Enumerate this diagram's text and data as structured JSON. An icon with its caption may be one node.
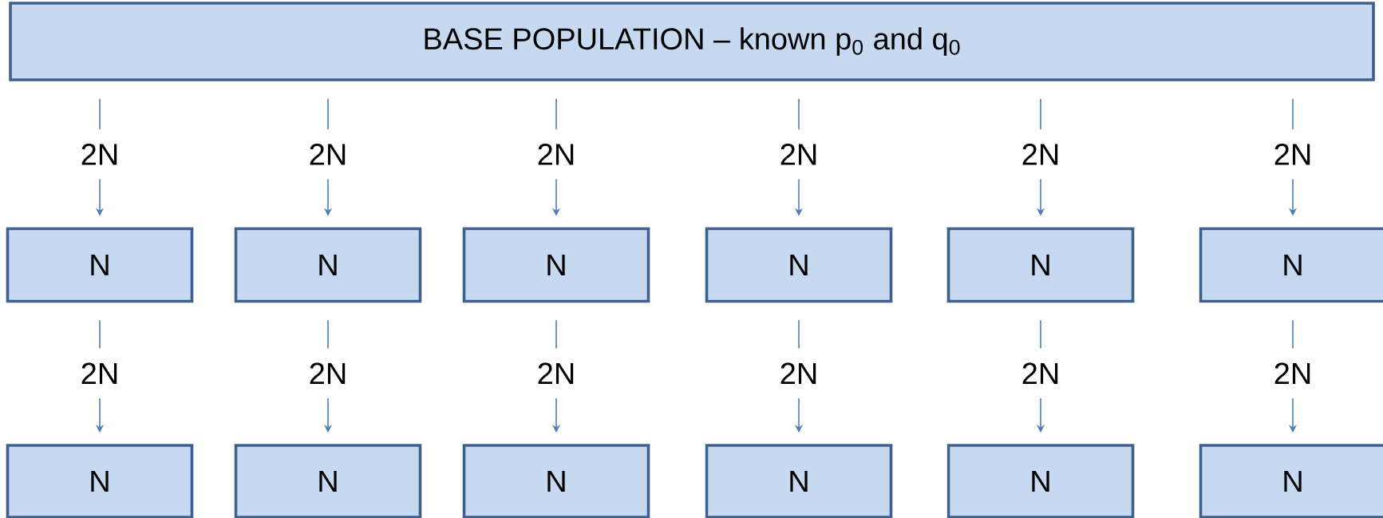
{
  "diagram": {
    "nodes": [
      {
        "text": [
          "BASE POPULATION – known p$_{0}$ and q$_{0}$"
        ]
      },
      {
        "text": [
          "N"
        ]
      },
      {
        "text": [
          "N"
        ]
      },
      {
        "text": [
          "N"
        ]
      },
      {
        "text": [
          "N"
        ]
      },
      {
        "text": [
          "N"
        ]
      },
      {
        "text": [
          "N"
        ]
      },
      {
        "text": [
          "N"
        ]
      },
      {
        "text": [
          "N"
        ]
      },
      {
        "text": [
          "N"
        ]
      },
      {
        "text": [
          "N"
        ]
      },
      {
        "text": [
          "N"
        ]
      },
      {
        "text": [
          "N"
        ]
      }
    ],
    "edges": [
      {
        "from": 0,
        "to": 1,
        "arrow": "to",
        "label": "2N"
      },
      {
        "from": 0,
        "to": 2,
        "arrow": "to",
        "label": "2N"
      },
      {
        "from": 0,
        "to": 3,
        "arrow": "to",
        "label": "2N"
      },
      {
        "from": 0,
        "to": 4,
        "arrow": "to",
        "label": "2N"
      },
      {
        "from": 0,
        "to": 5,
        "arrow": "to",
        "label": "2N"
      },
      {
        "from": 0,
        "to": 6,
        "arrow": "to",
        "label": "2N"
      },
      {
        "from": 1,
        "to": 7,
        "arrow": "to",
        "label": "2N"
      },
      {
        "from": 2,
        "to": 8,
        "arrow": "to",
        "label": "2N"
      },
      {
        "from": 3,
        "to": 9,
        "arrow": "to",
        "label": "2N"
      },
      {
        "from": 4,
        "to": 10,
        "arrow": "to",
        "label": "2N"
      },
      {
        "from": 5,
        "to": 11,
        "arrow": "to",
        "label": "2N"
      },
      {
        "from": 6,
        "to": 12,
        "arrow": "to",
        "label": "2N"
      }
    ]
  }
}
